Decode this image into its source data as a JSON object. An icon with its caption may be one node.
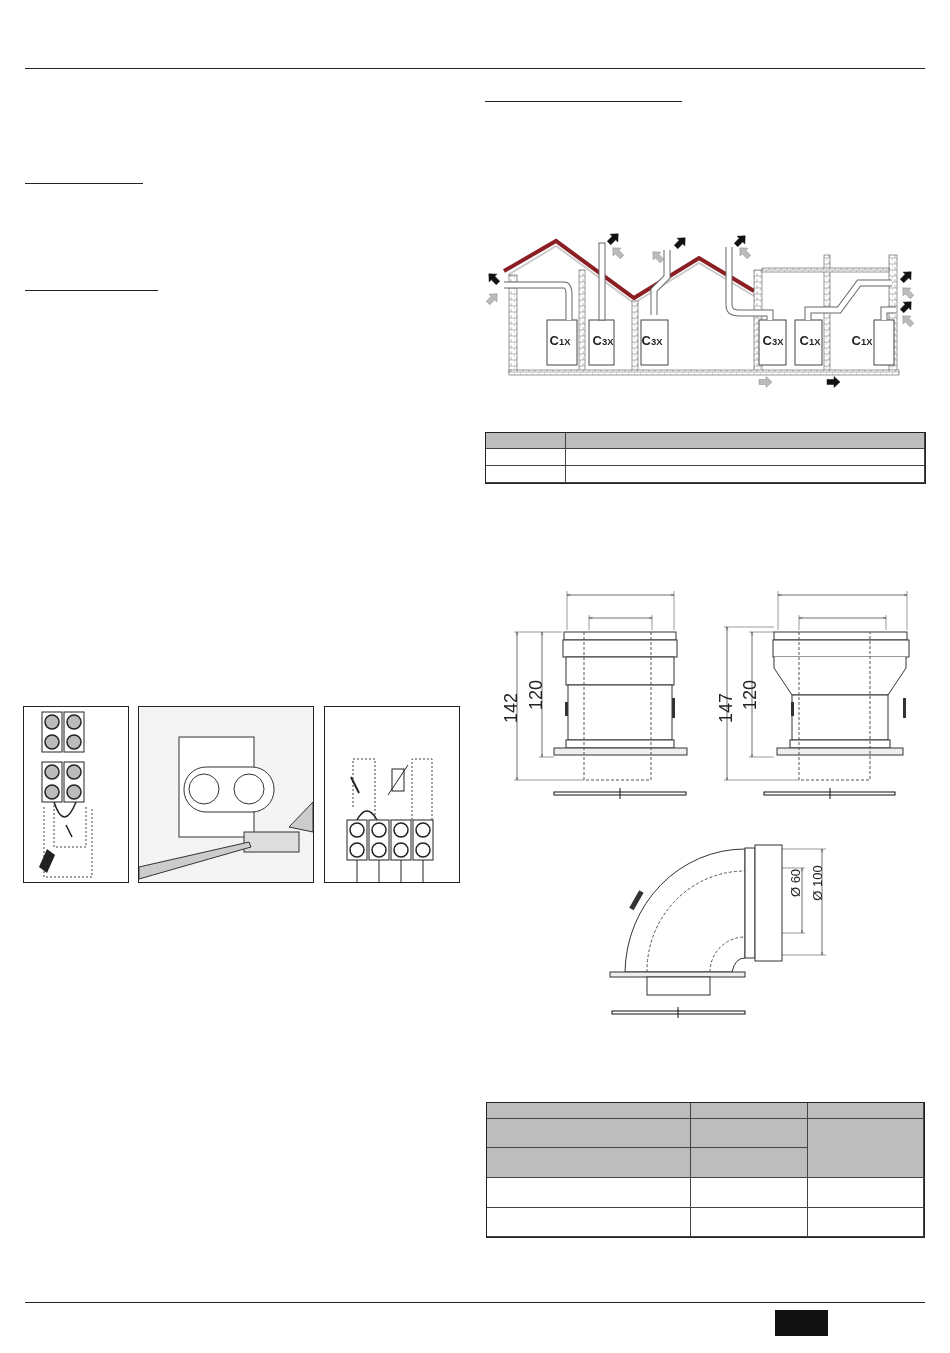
{
  "diagram": {
    "labels": [
      "C$_{1X}$",
      "C$_{3X}$",
      "C$_{3X}$",
      "C$_{3X}$",
      "C$_{1X}$",
      "C$_{1X}$",
      "142",
      "120",
      "147",
      "120",
      "Ø 60",
      "Ø 100"
    ]
  }
}
